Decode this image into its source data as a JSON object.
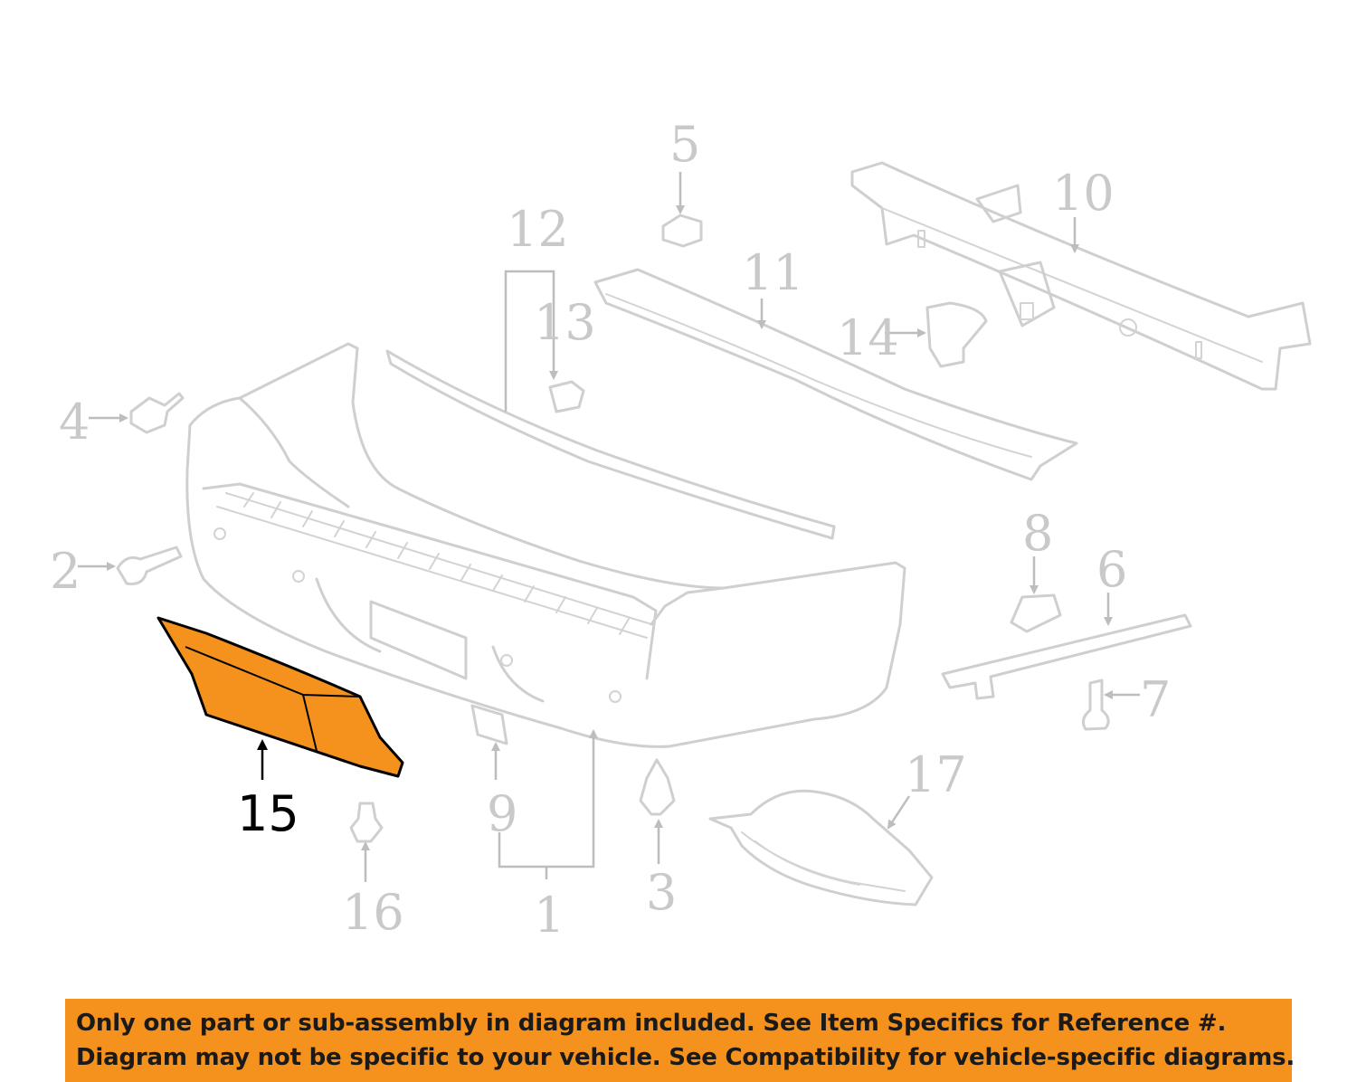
{
  "diagram": {
    "callouts": {
      "c1": "1",
      "c2": "2",
      "c3": "3",
      "c4": "4",
      "c5": "5",
      "c6": "6",
      "c7": "7",
      "c8": "8",
      "c9": "9",
      "c10": "10",
      "c11": "11",
      "c12": "12",
      "c13": "13",
      "c14": "14",
      "c15": "15",
      "c16": "16",
      "c17": "17"
    },
    "highlighted_part": "15",
    "highlight_color": "#f5921e",
    "part_line_color": "#cfcfcf"
  },
  "notice": {
    "line1": "Only one part or sub-assembly in diagram included. See Item Specifics for Reference #.",
    "line2": "Diagram may not be specific to your vehicle. See Compatibility for vehicle-specific diagrams.",
    "background": "#f5921e"
  }
}
